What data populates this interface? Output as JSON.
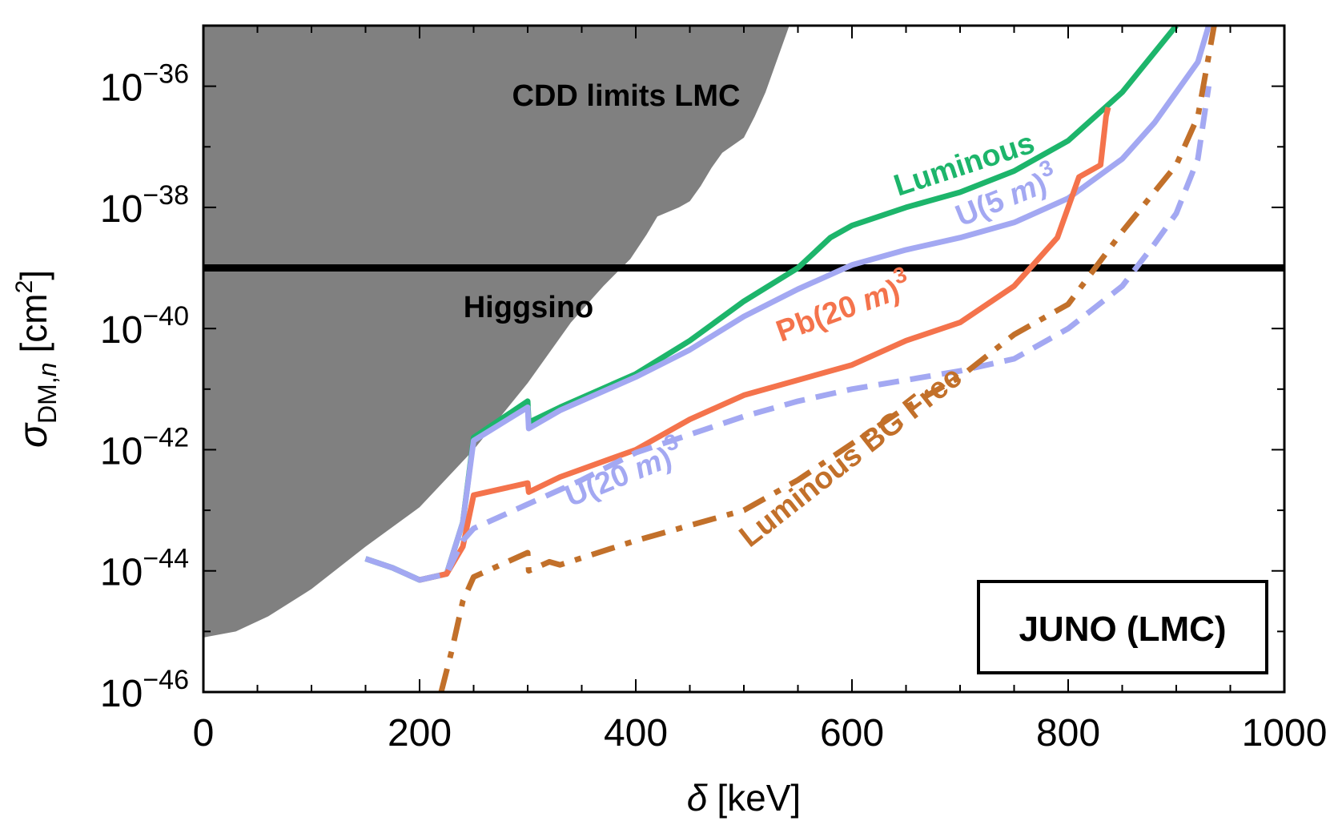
{
  "chart_data": {
    "type": "line",
    "xlabel": "δ [keV]",
    "ylabel": "σDM,n [cm2]",
    "ylabel_parts": {
      "symbol": "σ",
      "subscript": "DM,",
      "subscript_italic": "n",
      "unit": "[cm",
      "unit_sup": "2",
      "unit_close": "]"
    },
    "xlabel_parts": {
      "symbol": "δ",
      "unit": "[keV]"
    },
    "xlim": [
      0,
      1000
    ],
    "ylim_log10": [
      -46,
      -35
    ],
    "y_scale": "log",
    "x_ticks": [
      "0",
      "200",
      "400",
      "600",
      "800",
      "1000"
    ],
    "x_tick_values": [
      0,
      200,
      400,
      600,
      800,
      1000
    ],
    "y_ticks": [
      {
        "exp": -36,
        "base": "10",
        "sup": "−36"
      },
      {
        "exp": -38,
        "base": "10",
        "sup": "−38"
      },
      {
        "exp": -40,
        "base": "10",
        "sup": "−40"
      },
      {
        "exp": -42,
        "base": "10",
        "sup": "−42"
      },
      {
        "exp": -44,
        "base": "10",
        "sup": "−44"
      },
      {
        "exp": -46,
        "base": "10",
        "sup": "−46"
      }
    ],
    "grid": false,
    "legend": "none",
    "box_label": "JUNO (LMC)",
    "colors": {
      "luminous": "#1db56b",
      "u5": "#a3a8f2",
      "pb20": "#f4734c",
      "u20": "#a3a8f2",
      "bgfree": "#c2702a",
      "cdd_fill": "#808080",
      "higgsino": "#000000"
    },
    "cdd_region": {
      "label": "CDD limits LMC",
      "boundary_x": [
        0,
        30,
        60,
        100,
        150,
        200,
        250,
        300,
        340,
        370,
        395,
        410,
        420,
        440,
        450,
        460,
        470,
        480,
        500,
        510,
        520,
        530,
        540,
        542
      ],
      "boundary_log10y": [
        -45.1,
        -45.0,
        -44.75,
        -44.3,
        -43.6,
        -42.95,
        -42.0,
        -40.9,
        -39.9,
        -39.3,
        -38.85,
        -38.45,
        -38.15,
        -38.0,
        -37.9,
        -37.65,
        -37.35,
        -37.1,
        -36.85,
        -36.5,
        -36.1,
        -35.6,
        -35.1,
        -35.0
      ]
    },
    "higgsino": {
      "label": "Higgsino",
      "log10y": -39.0
    },
    "series": [
      {
        "key": "luminous",
        "name": "Luminous",
        "style": "solid",
        "x": [
          150,
          175,
          200,
          225,
          240,
          250,
          300,
          301,
          330,
          400,
          450,
          500,
          550,
          580,
          600,
          650,
          700,
          750,
          800,
          850,
          900
        ],
        "log10y": [
          -43.8,
          -43.95,
          -44.15,
          -44.05,
          -43.2,
          -41.8,
          -41.2,
          -41.55,
          -41.3,
          -40.75,
          -40.2,
          -39.55,
          -39.0,
          -38.5,
          -38.3,
          -38.0,
          -37.75,
          -37.4,
          -36.9,
          -36.1,
          -35.0
        ]
      },
      {
        "key": "u5",
        "name": "U(5 m)3",
        "style": "solid",
        "x": [
          150,
          175,
          200,
          225,
          240,
          250,
          300,
          301,
          330,
          400,
          450,
          500,
          550,
          600,
          650,
          700,
          750,
          800,
          850,
          880,
          900,
          920,
          930
        ],
        "log10y": [
          -43.8,
          -43.95,
          -44.15,
          -44.05,
          -43.2,
          -41.85,
          -41.3,
          -41.65,
          -41.35,
          -40.8,
          -40.35,
          -39.8,
          -39.35,
          -38.95,
          -38.7,
          -38.5,
          -38.25,
          -37.85,
          -37.2,
          -36.6,
          -36.1,
          -35.6,
          -35.0
        ]
      },
      {
        "key": "pb20",
        "name": "Pb(20 m)3",
        "style": "solid",
        "x": [
          200,
          225,
          240,
          250,
          300,
          301,
          330,
          400,
          450,
          500,
          550,
          600,
          650,
          700,
          750,
          770,
          790,
          810,
          830,
          835,
          837
        ],
        "log10y": [
          -44.15,
          -44.05,
          -43.6,
          -42.75,
          -42.55,
          -42.7,
          -42.45,
          -42.0,
          -41.5,
          -41.1,
          -40.85,
          -40.6,
          -40.2,
          -39.9,
          -39.3,
          -38.9,
          -38.5,
          -37.5,
          -37.3,
          -36.5,
          -36.35
        ]
      },
      {
        "key": "u20",
        "name": "U(20 m)3",
        "style": "dashed",
        "x": [
          200,
          225,
          240,
          250,
          300,
          350,
          400,
          450,
          500,
          550,
          600,
          650,
          700,
          750,
          800,
          850,
          880,
          900,
          920,
          930
        ],
        "log10y": [
          -44.15,
          -44.05,
          -43.5,
          -43.3,
          -42.9,
          -42.5,
          -42.05,
          -41.75,
          -41.45,
          -41.2,
          -41.0,
          -40.85,
          -40.7,
          -40.5,
          -40.0,
          -39.3,
          -38.6,
          -38.1,
          -37.2,
          -36.0
        ]
      },
      {
        "key": "bgfree",
        "name": "Luminous BG Free",
        "style": "dashdot",
        "x": [
          220,
          230,
          240,
          250,
          300,
          301,
          320,
          330,
          400,
          500,
          550,
          600,
          650,
          700,
          750,
          800,
          850,
          900,
          920,
          935
        ],
        "log10y": [
          -46.0,
          -45.3,
          -44.5,
          -44.1,
          -43.7,
          -44.0,
          -43.85,
          -43.9,
          -43.5,
          -43.0,
          -42.5,
          -41.9,
          -41.3,
          -40.8,
          -40.1,
          -39.6,
          -38.4,
          -37.3,
          -36.5,
          -35.0
        ]
      }
    ],
    "labels": {
      "luminous": "Luminous",
      "u5_base": "U(5 ",
      "u5_m": "m",
      "u5_close": ")",
      "u5_sup": "3",
      "pb20_base": "Pb(20 ",
      "pb20_m": "m",
      "pb20_close": ")",
      "pb20_sup": "3",
      "u20_base": "U(20 ",
      "u20_m": "m",
      "u20_close": ")",
      "u20_sup": "3",
      "bgfree": "Luminous BG Free"
    }
  }
}
